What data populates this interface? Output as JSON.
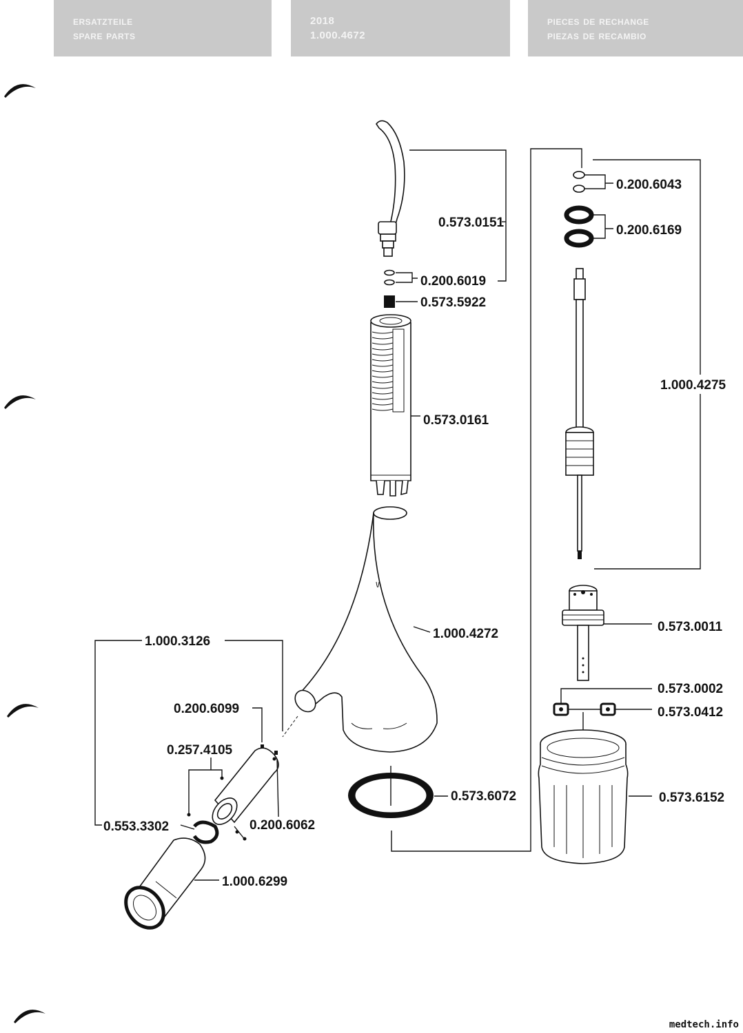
{
  "header": {
    "left": [
      "Ersatzteile",
      "Spare parts"
    ],
    "middle": [
      "2018",
      "1.000.4672"
    ],
    "right": [
      "Pieces de rechange",
      "Piezas de recambio"
    ]
  },
  "parts": {
    "p_0_573_0151": "0.573.0151",
    "p_0_200_6019": "0.200.6019",
    "p_0_573_5922": "0.573.5922",
    "p_0_573_0161": "0.573.0161",
    "p_1_000_4272": "1.000.4272",
    "p_1_000_3126": "1.000.3126",
    "p_0_200_6099": "0.200.6099",
    "p_0_257_4105": "0.257.4105",
    "p_0_553_3302": "0.553.3302",
    "p_0_200_6062": "0.200.6062",
    "p_1_000_6299": "1.000.6299",
    "p_0_573_6072": "0.573.6072",
    "p_0_200_6043": "0.200.6043",
    "p_0_200_6169": "0.200.6169",
    "p_1_000_4275": "1.000.4275",
    "p_0_573_0011": "0.573.0011",
    "p_0_573_0002": "0.573.0002",
    "p_0_573_0412": "0.573.0412",
    "p_0_573_6152": "0.573.6152"
  },
  "watermark": "medtech.info"
}
